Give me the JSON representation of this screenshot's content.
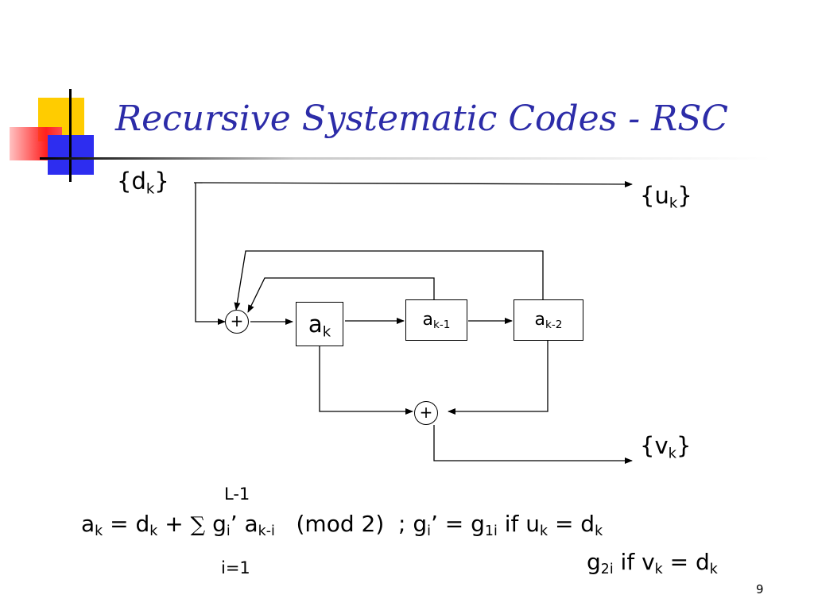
{
  "slide": {
    "title": "Recursive Systematic Codes - RSC",
    "page_number": "9"
  },
  "diagram": {
    "input": {
      "base": "{d",
      "sub": "k",
      "close": "}"
    },
    "output_u": {
      "base": "{u",
      "sub": "k",
      "close": "}"
    },
    "output_v": {
      "base": "{v",
      "sub": "k",
      "close": "}"
    },
    "registers": [
      {
        "base": "a",
        "sub": "k"
      },
      {
        "base": "a",
        "sub": "k-1"
      },
      {
        "base": "a",
        "sub": "k-2"
      }
    ],
    "adder_symbol": "+"
  },
  "equation": {
    "upper_limit": "L-1",
    "lower_limit": "i=1",
    "lhs_a": "a",
    "lhs_k": "k",
    "eq1": " = d",
    "eq1_k": "k",
    "plus": " + ",
    "sigma": "∑",
    "g": " g",
    "g_i": "i",
    "prime_a": "’ a",
    "a_sub": "k-i",
    "mod": "   (mod 2)  ; g",
    "g2_i": "i",
    "prime_eq": "’ = g",
    "g1i": "1i",
    "if_u": " if u",
    "u_k": "k",
    "eq_d": " = d",
    "d_k": "k",
    "line2_g": "g",
    "g2i": "2i",
    "if_v": " if v",
    "v_k": "k",
    "eq_d2": " = d",
    "d_k2": "k"
  }
}
